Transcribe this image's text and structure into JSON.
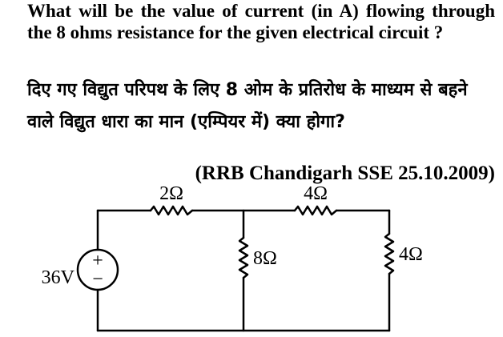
{
  "question": {
    "english": "What will be the value of current (in A) flowing through the 8 ohms resistance for the given electrical circuit ?",
    "hindi": "दिए गए विद्युत परिपथ के लिए 8 ओम के प्रतिरोध के माध्यम से बहने वाले विद्युत धारा का मान (एम्पियर में) क्या होगा?",
    "source": "(RRB Chandigarh SSE 25.10.2009)"
  },
  "circuit": {
    "source_voltage": "36V",
    "source_plus": "+",
    "source_minus": "−",
    "r_series_left": "2Ω",
    "r_series_right": "4Ω",
    "r_middle_shunt": "8Ω",
    "r_right_shunt": "4Ω"
  }
}
